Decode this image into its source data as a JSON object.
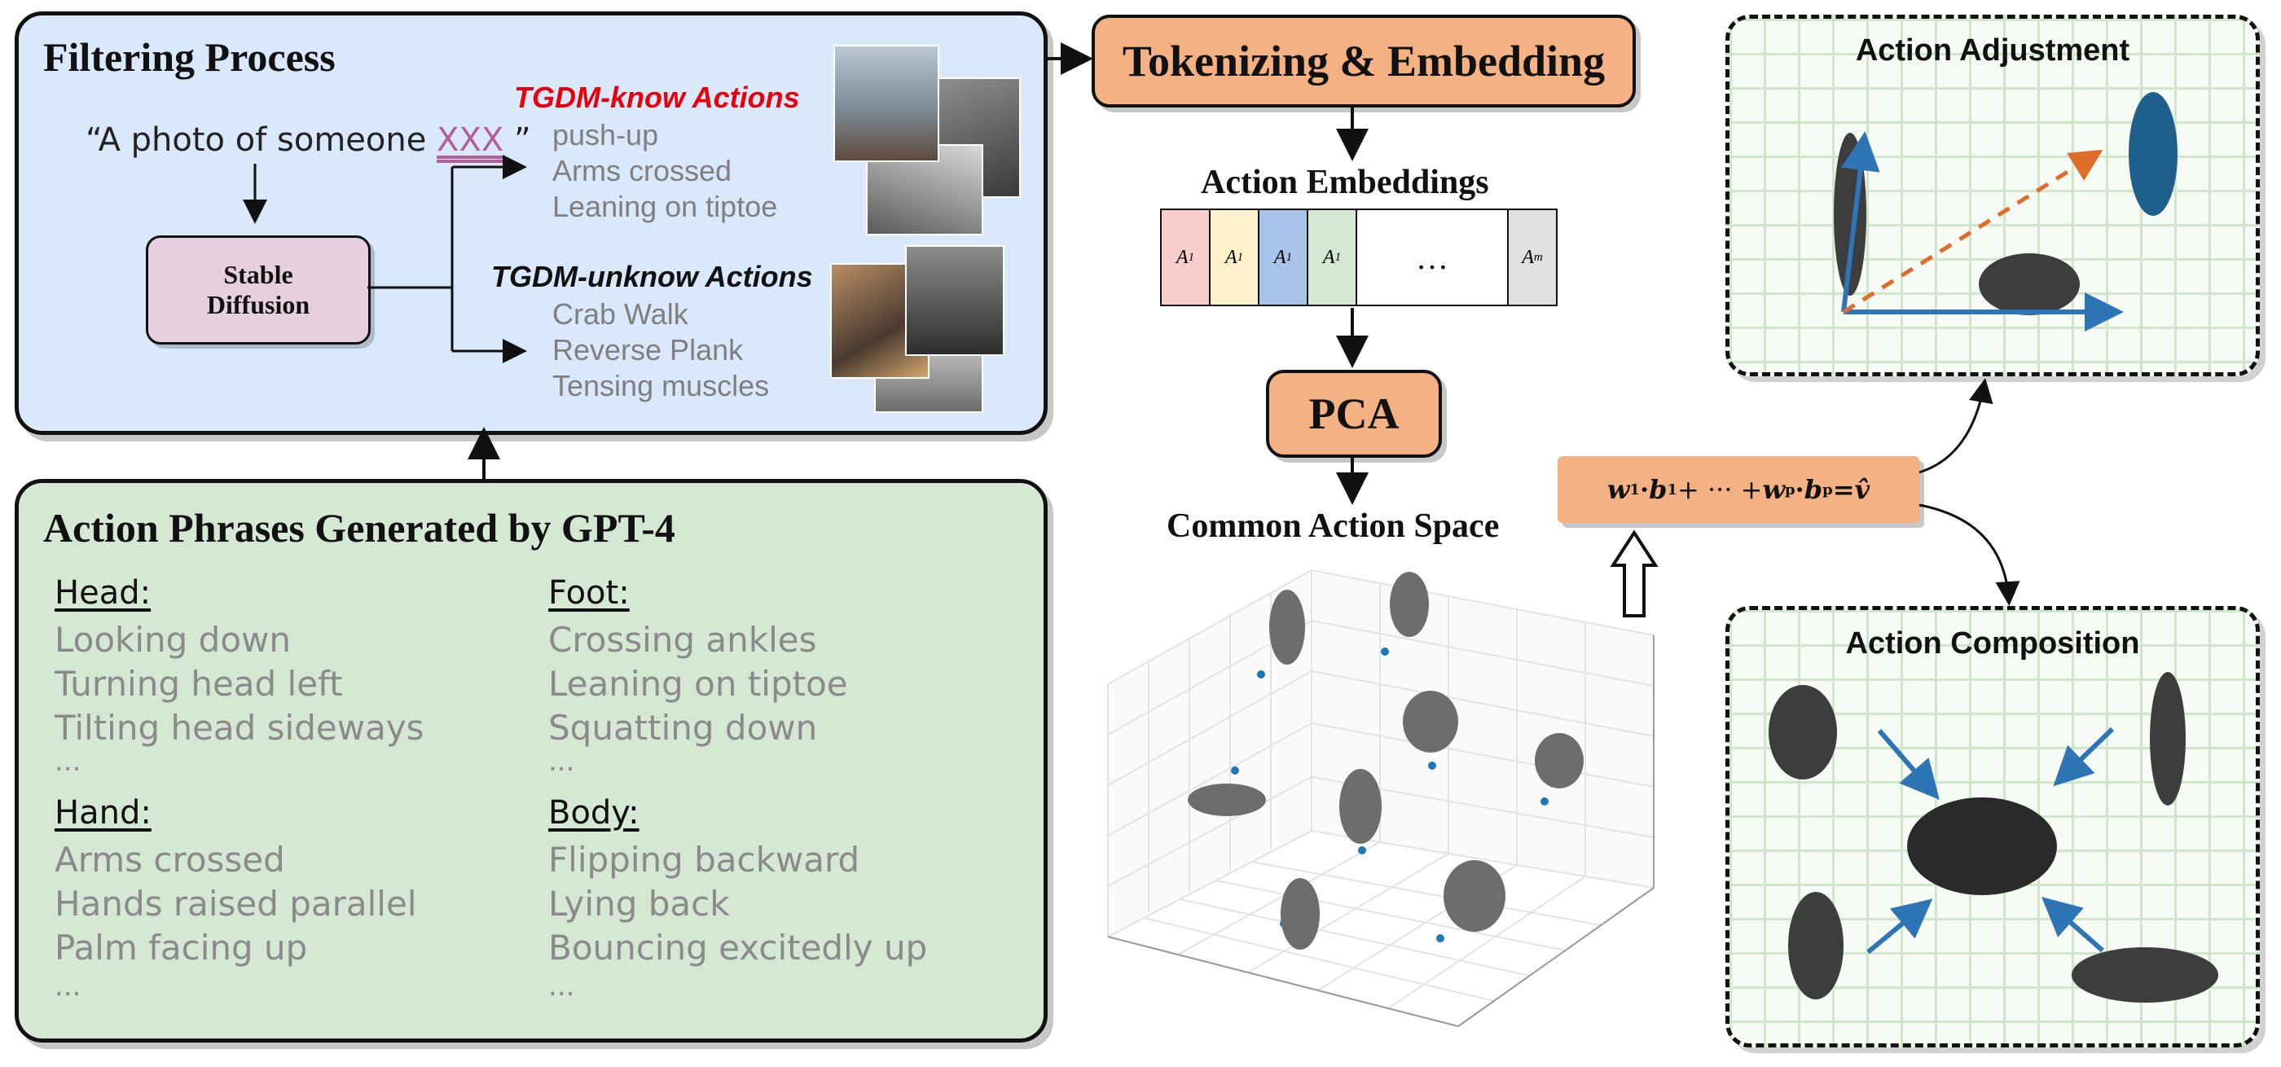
{
  "filtering": {
    "title": "Filtering Process",
    "prompt_prefix": "“A photo of someone ",
    "prompt_placeholder": "XXX",
    "prompt_suffix": " ”",
    "sd_line1": "Stable",
    "sd_line2": "Diffusion",
    "known_title": "TGDM-know Actions",
    "known_items": [
      "push-up",
      "Arms crossed",
      "Leaning on tiptoe"
    ],
    "unknown_title": "TGDM-unknow Actions",
    "unknown_items": [
      "Crab Walk",
      "Reverse Plank",
      "Tensing muscles"
    ]
  },
  "phrases": {
    "title": "Action Phrases Generated by GPT-4",
    "head_label": "Head:",
    "head_items": [
      "Looking down",
      "Turning head left",
      "Tilting head sideways",
      "..."
    ],
    "hand_label": "Hand:",
    "hand_items": [
      "Arms crossed",
      "Hands raised parallel",
      "Palm facing up",
      "..."
    ],
    "foot_label": "Foot:",
    "foot_items": [
      "Crossing ankles",
      "Leaning on tiptoe",
      "Squatting down",
      "..."
    ],
    "body_label": "Body:",
    "body_items": [
      "Flipping backward",
      "Lying back",
      "Bouncing excitedly up",
      "..."
    ]
  },
  "pipeline": {
    "tokenizing": "Tokenizing & Embedding",
    "embeddings_title": "Action Embeddings",
    "cells": [
      {
        "label": "A",
        "sub": "1",
        "color": "#f8cecc"
      },
      {
        "label": "A",
        "sub": "1",
        "color": "#fff2cc"
      },
      {
        "label": "A",
        "sub": "1",
        "color": "#a9c4eb"
      },
      {
        "label": "A",
        "sub": "1",
        "color": "#d5e8d4"
      },
      {
        "label": "…",
        "sub": "",
        "color": "#ffffff"
      },
      {
        "label": "A",
        "sub": "m",
        "color": "#e0e0e0"
      }
    ],
    "pca": "PCA",
    "space_title": "Common Action Space"
  },
  "formula": {
    "w1": "w",
    "w1_sup": "1",
    "dot1": " · ",
    "b1": "b",
    "b1_sup": "1",
    "mid": " + ··· + ",
    "wp": "w",
    "wp_sup": "p",
    "dot2": " · ",
    "bp": "b",
    "bp_sup": "p",
    "eq": "= ",
    "v": "v̂"
  },
  "adjustment": {
    "title": "Action Adjustment"
  },
  "composition": {
    "title": "Action Composition"
  },
  "colors": {
    "blue_panel": "#dae8fc",
    "green_panel": "#d5e8d4",
    "sd_box": "#e6d0de",
    "orange": "#f4b183",
    "red_text": "#e8000b",
    "arrow_blue": "#2e75b6",
    "arrow_orange": "#e06c2a",
    "point_blue": "#1f77b4"
  },
  "icons": [
    "person-figure",
    "photo-thumbnail",
    "arrow",
    "hollow-up-arrow"
  ]
}
